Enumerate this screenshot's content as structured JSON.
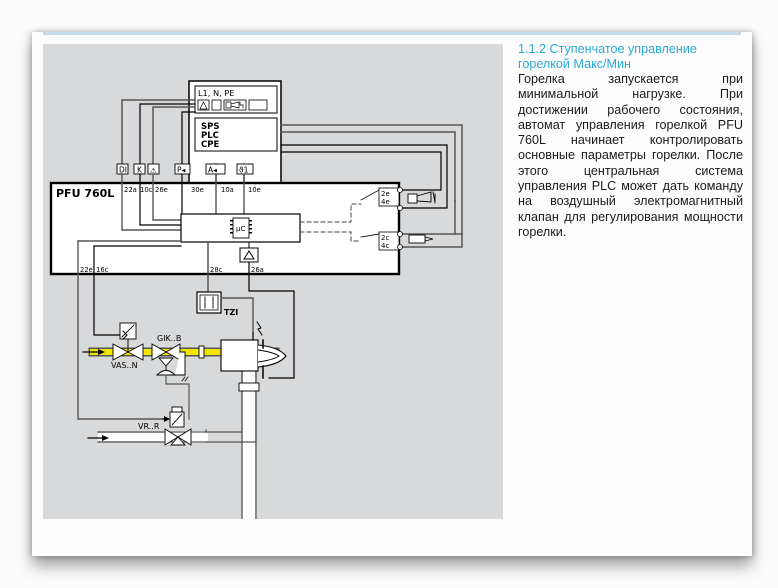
{
  "section": {
    "number": "1.1.2",
    "title": "1.1.2 Ступенчатое управление горелкой Макс/Мин",
    "body": "Горелка запускается при минимальной нагрузке. При достижении рабочего состояния, автомат управления горелкой PFU 760L начинает контролировать основные параметры горелки. После этого центральная система управления PLC может дать команду на воздушный электромагнитный клапан для регулирования мощности горелки."
  },
  "diagram": {
    "supply_box": {
      "power_label": "L1, N, PE",
      "icons": [
        "warning-triangle",
        "DI",
        "burner-symbol",
        "P-symbol"
      ],
      "controller_lines": [
        "SPS",
        "PLC",
        "CPE"
      ]
    },
    "input_symbols": [
      {
        "symbol": "DI",
        "terminal": "22a"
      },
      {
        "symbol": "reset",
        "terminal": "10c"
      },
      {
        "symbol": "warning",
        "terminal": "26e"
      },
      {
        "symbol": "P",
        "terminal": "30e"
      },
      {
        "symbol": "A",
        "terminal": "10a"
      },
      {
        "symbol": "ϑ1",
        "terminal": "10e"
      }
    ],
    "unit_label": "PFU 760L",
    "microcontroller_label": "µC",
    "bottom_terminals": [
      "22e",
      "16c",
      "28c",
      "26a"
    ],
    "relay_contacts": [
      {
        "top": "2e",
        "bottom": "4e"
      },
      {
        "top": "2c",
        "bottom": "4c"
      }
    ],
    "components": {
      "ignition_transformer": "TZI",
      "gas_valve": "VAS..N",
      "governor": "GIK..B",
      "air_valve": "VR..R"
    },
    "colors": {
      "gas_pipe": "#f2e600",
      "panel": "#d8d9db",
      "accent": "#29a9d6"
    }
  }
}
